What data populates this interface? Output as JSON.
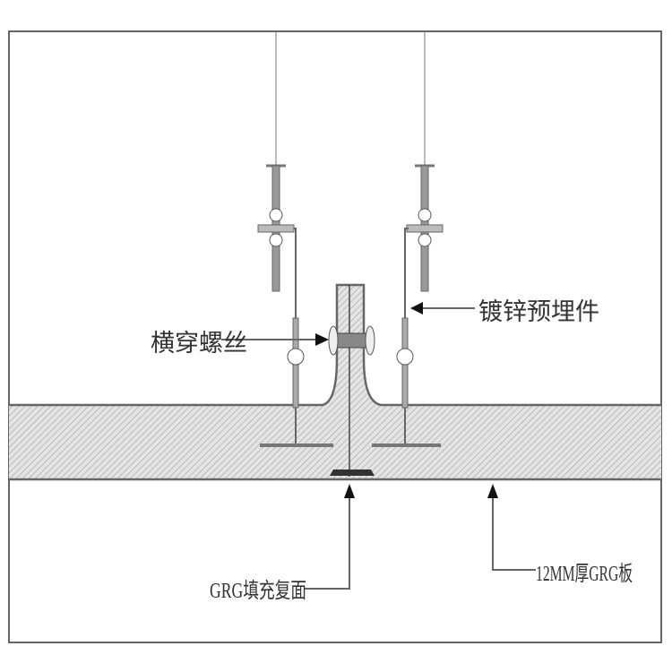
{
  "labels": {
    "cross_bolt": "横穿螺丝",
    "galvanized_embed": "镀锌预埋件",
    "grg_fill_face": "GRG填充复面",
    "grg_board": "12MM厚GRG板"
  },
  "colors": {
    "line": "#555555",
    "hatch": "#cfcfcf",
    "frame": "#666666"
  }
}
